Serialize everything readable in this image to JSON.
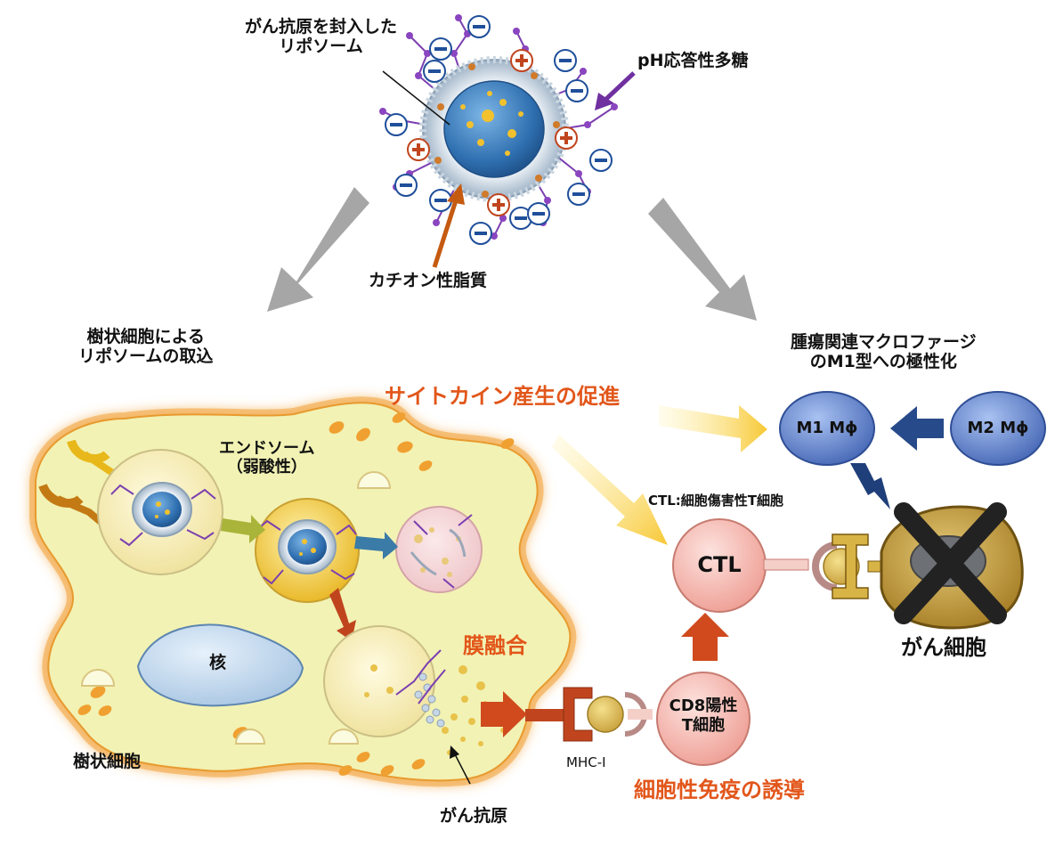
{
  "labels": {
    "liposome_line1": "がん抗原を封入した",
    "liposome_line2": "リポソーム",
    "ph_polysaccharide": "pH応答性多糖",
    "cationic_lipid": "カチオン性脂質",
    "dc_uptake_line1": "樹状細胞による",
    "dc_uptake_line2": "リポソームの取込",
    "tam_line1": "腫瘍関連マクロファージ",
    "tam_line2": "のM1型への極性化",
    "cytokine": "サイトカイン産生の促進",
    "endosome_line1": "エンドソーム",
    "endosome_line2": "（弱酸性）",
    "membrane_fusion": "膜融合",
    "nucleus": "核",
    "dendritic_cell": "樹状細胞",
    "cancer_antigen": "がん抗原",
    "mhc": "MHC-I",
    "cd8_line1": "CD8陽性",
    "cd8_line2": "T細胞",
    "ctl_def": "CTL:細胞傷害性T細胞",
    "ctl": "CTL",
    "m1": "M1 Mϕ",
    "m2": "M2 Mϕ",
    "cancer_cell": "がん細胞",
    "immunity": "細胞性免疫の誘導"
  },
  "colors": {
    "accent_orange": "#e2561a",
    "liposome_blue": "#2f7fc0",
    "polymer_purple": "#7b3fb0",
    "macrophage_blue": "#4f74c4",
    "ctl_pink": "#f4a8a0",
    "dc_yellow": "#f2f2b0",
    "cancer_gold": "#b98f2e"
  },
  "icons": {
    "plus": "+",
    "minus": "−"
  }
}
